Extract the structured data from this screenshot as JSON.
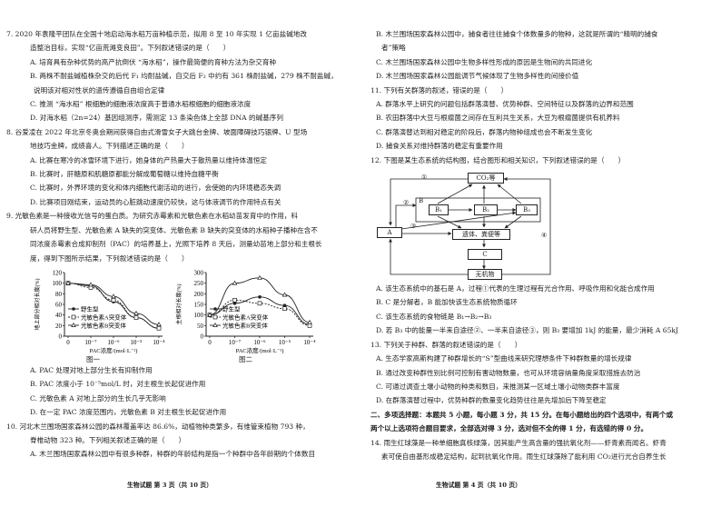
{
  "left_page": {
    "q7": {
      "stem": [
        "7. 2020 年袁隆平团队在全国十地启动海水稻万亩种植示范，拟用 8 至 10 年实现 1 亿亩盐碱地改",
        "造整治目标，实现“亿亩荒滩变良田”。下列叙述错误的是（　　）"
      ],
      "A": "A. 培育具有杂种优势的高产抗倒伏 “海水稻”，操作最简便的育种方法为杂交育种",
      "B": [
        "B. 两株不耐盐碱植株杂交的后代 F₁ 均耐盐碱，自交后 F₂ 中约有 361 株耐盐碱，279 株不耐盐碱，",
        "说明该对相对性状的遗传遵循自由组合定律"
      ],
      "C": "C. 推测 “海水稻” 根细胞的细胞液浓度高于普通水稻根细胞的细胞液浓度",
      "D": "D. 对海水稻（2n=24）基因组测序，需测定 13 条染色体上全部 DNA 的碱基序列"
    },
    "q8": {
      "stem": [
        "8. 谷爱凌在 2022 年北京冬奥会期间获得自由式滑雪女子大跳台金牌、坡面障碍技巧银牌、U 型场",
        "地技巧金牌，成绩喜人。下列描述正确的是（　　）"
      ],
      "A": "A. 比赛在寒冷的冰雪环境下进行，她身体的产热量大于散热量以维持体温恒定",
      "B": "B. 比赛时，肝糖原和肌糖原都能分解成葡萄糖以维持血糖平衡",
      "C": "C. 比赛时，外界环境的变化和体内细胞代谢活动的进行，会使她的内环境稳态失调",
      "D": "D. 比赛项目刚结束，运动员的心脏跳动速度仍较快，这与体液调节的作用特点有关"
    },
    "q9": {
      "stem": [
        "9. 光敏色素是一种接收光信号的蛋白质。为研究赤霉素和光敏色素在水稻幼苗发育中的作用，科",
        "研人员将野生型、光敏色素 A 缺失的突变体、光敏色素 B 缺失的突变体的水稻种子播种在含不",
        "同浓度赤霉素合成抑制剂（PAC）的培养基上，光照下培养 8 天后，测量幼苗地上部分和主根长",
        "度，得到下图所示结果，下列叙述错误的是（　　）"
      ],
      "fig1_label": "图一",
      "fig2_label": "图二",
      "A": "A. PAC 处理对地上部分生长有抑制作用",
      "B": "B. PAC 浓度小于 10⁻⁵mol/L 时，对主根生长起促进作用",
      "C": "C. 光敏色素 A 对地上部分的生长几乎无影响",
      "D": "D. 在一定 PAC 浓度范围内，光敏色素 B 对主根生长起促进作用"
    },
    "q10": {
      "stem": [
        "10. 河北木兰围场国家森林公园的森林覆盖率达 86.6%，动植物种类繁多，有维管束植物 793 种，",
        "脊椎动物 323 种。下列相关叙述正确的是（　　）"
      ],
      "A": "A. 木兰围场国家森林公园中有很多种群，种群的年龄结构是指一个种群中各年龄期的个体数目"
    },
    "footer": "生物试题  第 3 页（共 10 页）"
  },
  "right_page": {
    "q10_cont": {
      "B": [
        "B. 木兰围场国家森林公园中，捕食者往往捕食个体数量多的物种，这就是所谓的“精明的捕食",
        "者”策略"
      ],
      "C": "C. 木兰围场国家森林公园中生物多样性形成的原因是生物间的共同进化",
      "D": "D. 木兰围场国家森林公园能调节气候体现了生物多样性的间接价值"
    },
    "q11": {
      "stem": "11. 下列有关群落的叙述，错误的是（　　）",
      "A": "A. 群落水平上研究的问题包括群落演替、优势种群、空间特征以及群落的边界和范围",
      "B": "B. 农田群落中大豆与根瘤菌之间存在互利共生关系，大豆为根瘤菌提供有机养料",
      "C": "C. 群落演替达到相对稳定的阶段后，群落内物种组成也会不断发生变化",
      "D": "D. 捕食关系对维持群落的稳定有重要作用"
    },
    "q12": {
      "stem": "12. 下图是某生态系统的结构图，结合图形和相关知识，下列叙述错误的是（　　）",
      "diagram": {
        "co2": "CO₂等",
        "b_group": "B",
        "b1": "B₁",
        "b2": "B₂",
        "b3": "B₃",
        "a": "A",
        "remains": "遗体、粪便等",
        "c": "C",
        "inorganic": "无机物",
        "n1": "①",
        "n2": "②",
        "n3": "③",
        "n4": "④"
      },
      "A": "A. 该生态系统中的基石是 A，过程①代表的生理过程有光合作用、呼吸作用和化能合成作用",
      "B": "B. C 是分解者，B 能加快该生态系统物质循环",
      "C": "C. 该生态系统的食物链是 B₁→B₂→B₃",
      "D": "D. 若 B₃ 中的能量一半来自途径②、一半来自途径③，则 B₃ 要增加 1kJ 的能量，最少消耗 A 65kJ"
    },
    "q13": {
      "stem": "13. 下列关于种群、群落的叙述错误的是（　　）",
      "A": "A. 生态学家高斯构建了种群增长的“S”型曲线来研究理想条件下种群数量的增长规律",
      "B": "B. 通过改变种群性别比例可控制有害动物数量，也可从环境容纳量角度采取措施去防治",
      "C": "C. 可通过调查土壤小动物的种类和数目，来推测某一区域土壤小动物类群丰富度",
      "D": "D. 在群落演替过程中，优势种群的数量变化趋势往往是先增加后下降至稳定"
    },
    "section2": [
      "二、多项选择题：本题共 5 小题，每小题 3 分，共 15 分。在每小题给出的四个选项中，有两个或",
      "两个以上选项符合题目要求，全部选对得 3 分，选对但不全的得 1 分，有选错的得 0 分。"
    ],
    "q14": {
      "stem": [
        "14. 雨生红球藻是一种单细胞真核绿藻，因其能产生高含量的强抗氧化剂——虾青素而闻名。虾青",
        "素可使自由基形成稳定结构，起到抗氧化作用。雨生红球藻除了能利用 CO₂进行光合自养生长"
      ]
    },
    "footer": "生物试题  第 4 页（共 10 页）"
  },
  "chart_data": [
    {
      "type": "line",
      "title": "图一",
      "xlabel": "PAC浓度/(mol·L⁻¹)",
      "ylabel": "地上部分相对长度(%)",
      "categories": [
        "0",
        "10⁻⁷",
        "10⁻⁶",
        "10⁻⁵",
        "10⁻⁴"
      ],
      "ylim": [
        0,
        120
      ],
      "yticks": [
        0,
        20,
        40,
        60,
        80,
        100,
        120
      ],
      "series": [
        {
          "name": "野生型",
          "marker": "filled-circle",
          "line": "solid",
          "values": [
            100,
            95,
            65,
            35,
            15
          ]
        },
        {
          "name": "光敏色素A突变体",
          "marker": "open-square",
          "line": "dashed",
          "values": [
            100,
            92,
            68,
            35,
            15
          ]
        },
        {
          "name": "光敏色素B突变体",
          "marker": "open-triangle",
          "line": "solid",
          "values": [
            100,
            97,
            75,
            43,
            22
          ]
        }
      ],
      "legend_position": "lower-left"
    },
    {
      "type": "line",
      "title": "图二",
      "xlabel": "PAC浓度/(mol·L⁻¹)",
      "ylabel": "主根相对长度(%)",
      "categories": [
        "0",
        "10⁻⁷",
        "10⁻⁶",
        "10⁻⁵",
        "10⁻⁴"
      ],
      "ylim": [
        0,
        300
      ],
      "yticks": [
        0,
        50,
        100,
        150,
        200,
        250,
        300
      ],
      "series": [
        {
          "name": "野生型",
          "marker": "filled-circle",
          "line": "solid",
          "values": [
            100,
            155,
            185,
            145,
            55
          ]
        },
        {
          "name": "光敏色素A突变体",
          "marker": "open-square",
          "line": "dashed",
          "values": [
            100,
            170,
            155,
            130,
            50
          ]
        },
        {
          "name": "光敏色素B突变体",
          "marker": "open-triangle",
          "line": "solid",
          "values": [
            100,
            250,
            275,
            195,
            65
          ]
        }
      ],
      "legend_position": "lower-left"
    }
  ]
}
